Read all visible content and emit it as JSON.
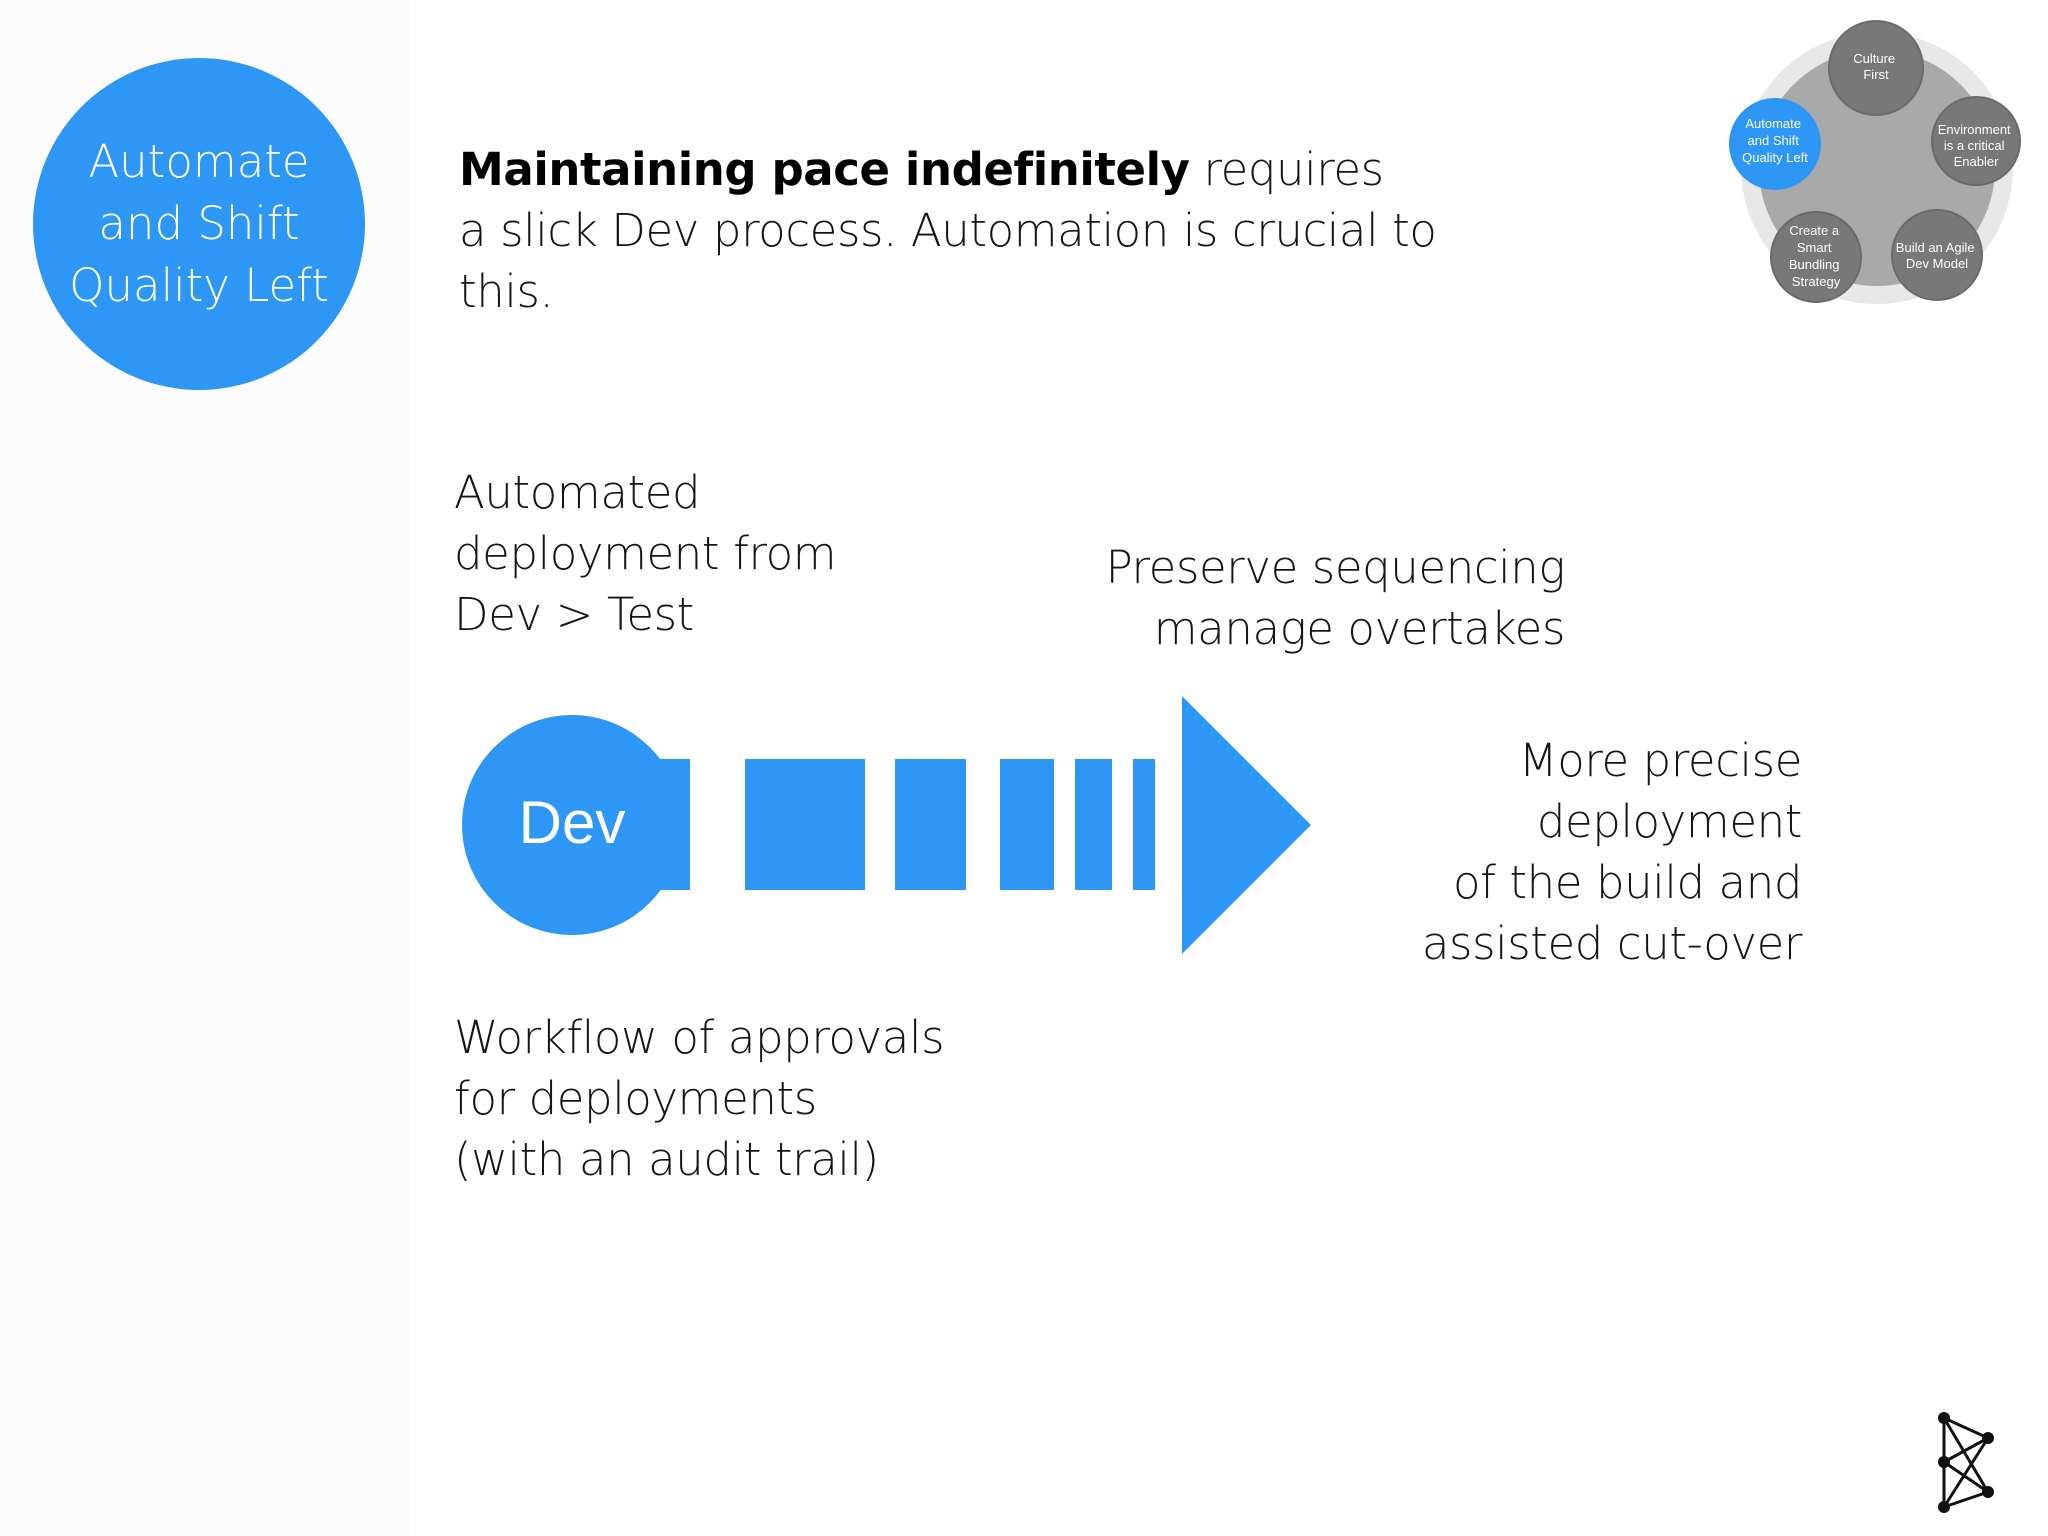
{
  "section_badge": {
    "lines": [
      "Automate",
      "and Shift",
      "Quality Left"
    ],
    "color": "#2e96f5"
  },
  "headline": {
    "bold": "Maintaining pace indefinitely",
    "rest_line1": " requires",
    "line2": "a slick Dev process.  Automation is crucial to this."
  },
  "labels": {
    "deployment": "Automated\ndeployment from\nDev > Test",
    "sequencing": "Preserve sequencing\nmanage overtakes",
    "precise": "More precise\ndeployment\nof the build and\nassisted cut-over",
    "workflow": "Workflow of approvals\nfor deployments\n(with an audit trail)"
  },
  "flow": {
    "node_label": "Dev",
    "accent": "#2e96f5",
    "icon": "dashed-arrow-icon"
  },
  "cycle_diagram": {
    "icon": "cycle-wheel-icon",
    "ring_color": "#a9a9a9",
    "node_color": "#787878",
    "active_color": "#2e96f5",
    "nodes": [
      {
        "label": "Culture\nFirst",
        "active": false
      },
      {
        "label": "Environment\nis a critical\nEnabler",
        "active": false
      },
      {
        "label": "Build an Agile\nDev Model",
        "active": false
      },
      {
        "label": "Create a\nSmart\nBundling\nStrategy",
        "active": false
      },
      {
        "label": "Automate\nand Shift\nQuality Left",
        "active": true
      }
    ]
  },
  "logo": {
    "icon": "network-graph-logo"
  }
}
